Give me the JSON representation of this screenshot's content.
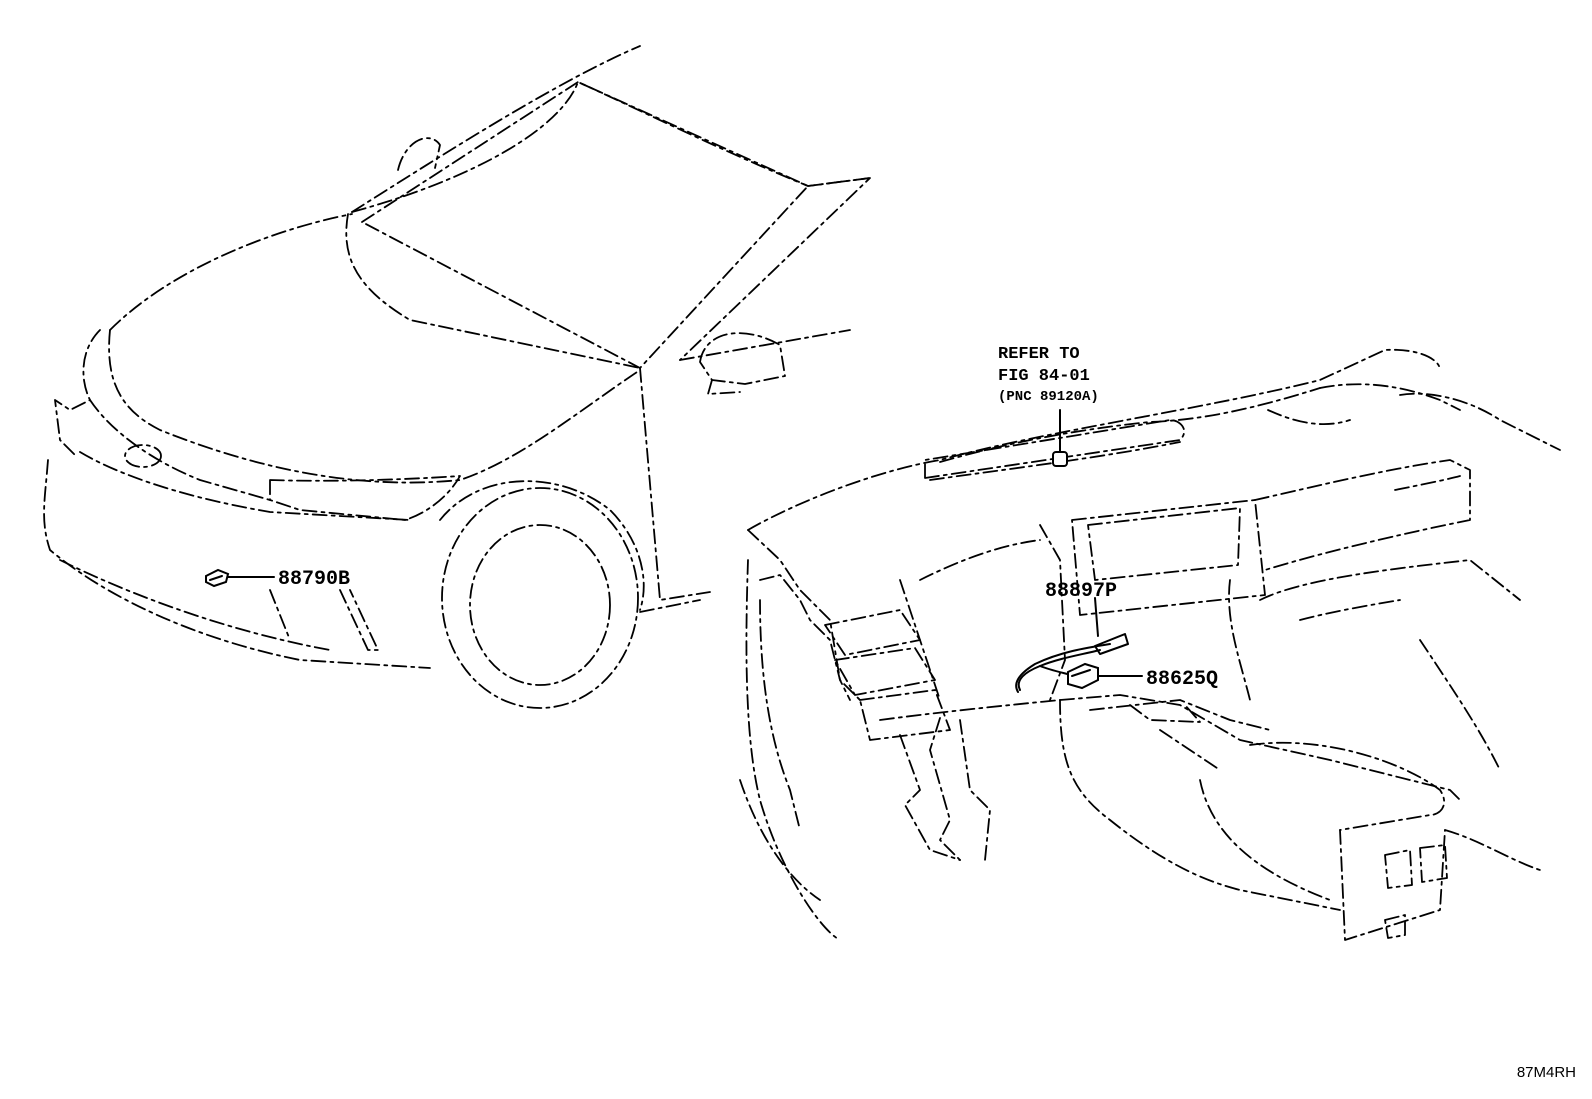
{
  "callouts": {
    "front_sensor": "88790B",
    "console_part_upper": "88897P",
    "console_part_lower": "88625Q"
  },
  "reference_note": {
    "line1": "REFER TO",
    "line2": "FIG 84-01",
    "line3": "(PNC 89120A)"
  },
  "drawing_code": "87M4RH"
}
